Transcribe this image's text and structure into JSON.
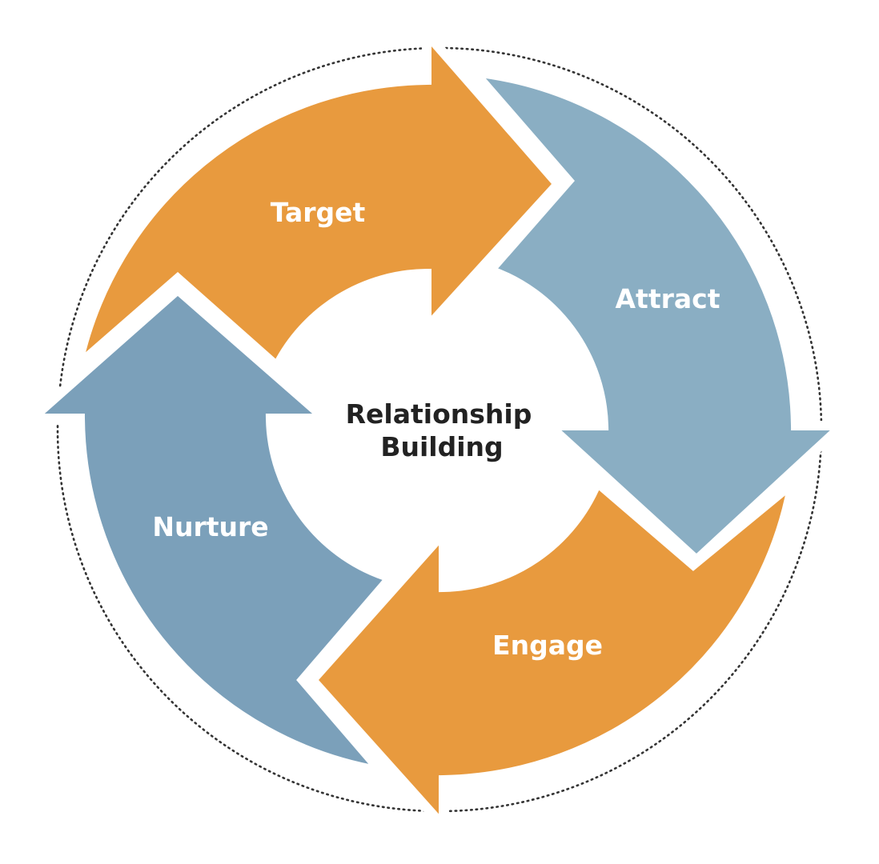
{
  "diagram": {
    "center": {
      "line1": "Relationship",
      "line2": "Building"
    },
    "segments": [
      {
        "id": "target",
        "label": "Target"
      },
      {
        "id": "attract",
        "label": "Attract"
      },
      {
        "id": "engage",
        "label": "Engage"
      },
      {
        "id": "nurture",
        "label": "Nurture"
      }
    ],
    "colors": {
      "orange": "#E89A3E",
      "blue_light": "#8AAEC3",
      "blue_dark": "#7BA0BA",
      "outline": "#ffffff",
      "dotted_ring": "#333333",
      "center_text": "#222222"
    }
  }
}
